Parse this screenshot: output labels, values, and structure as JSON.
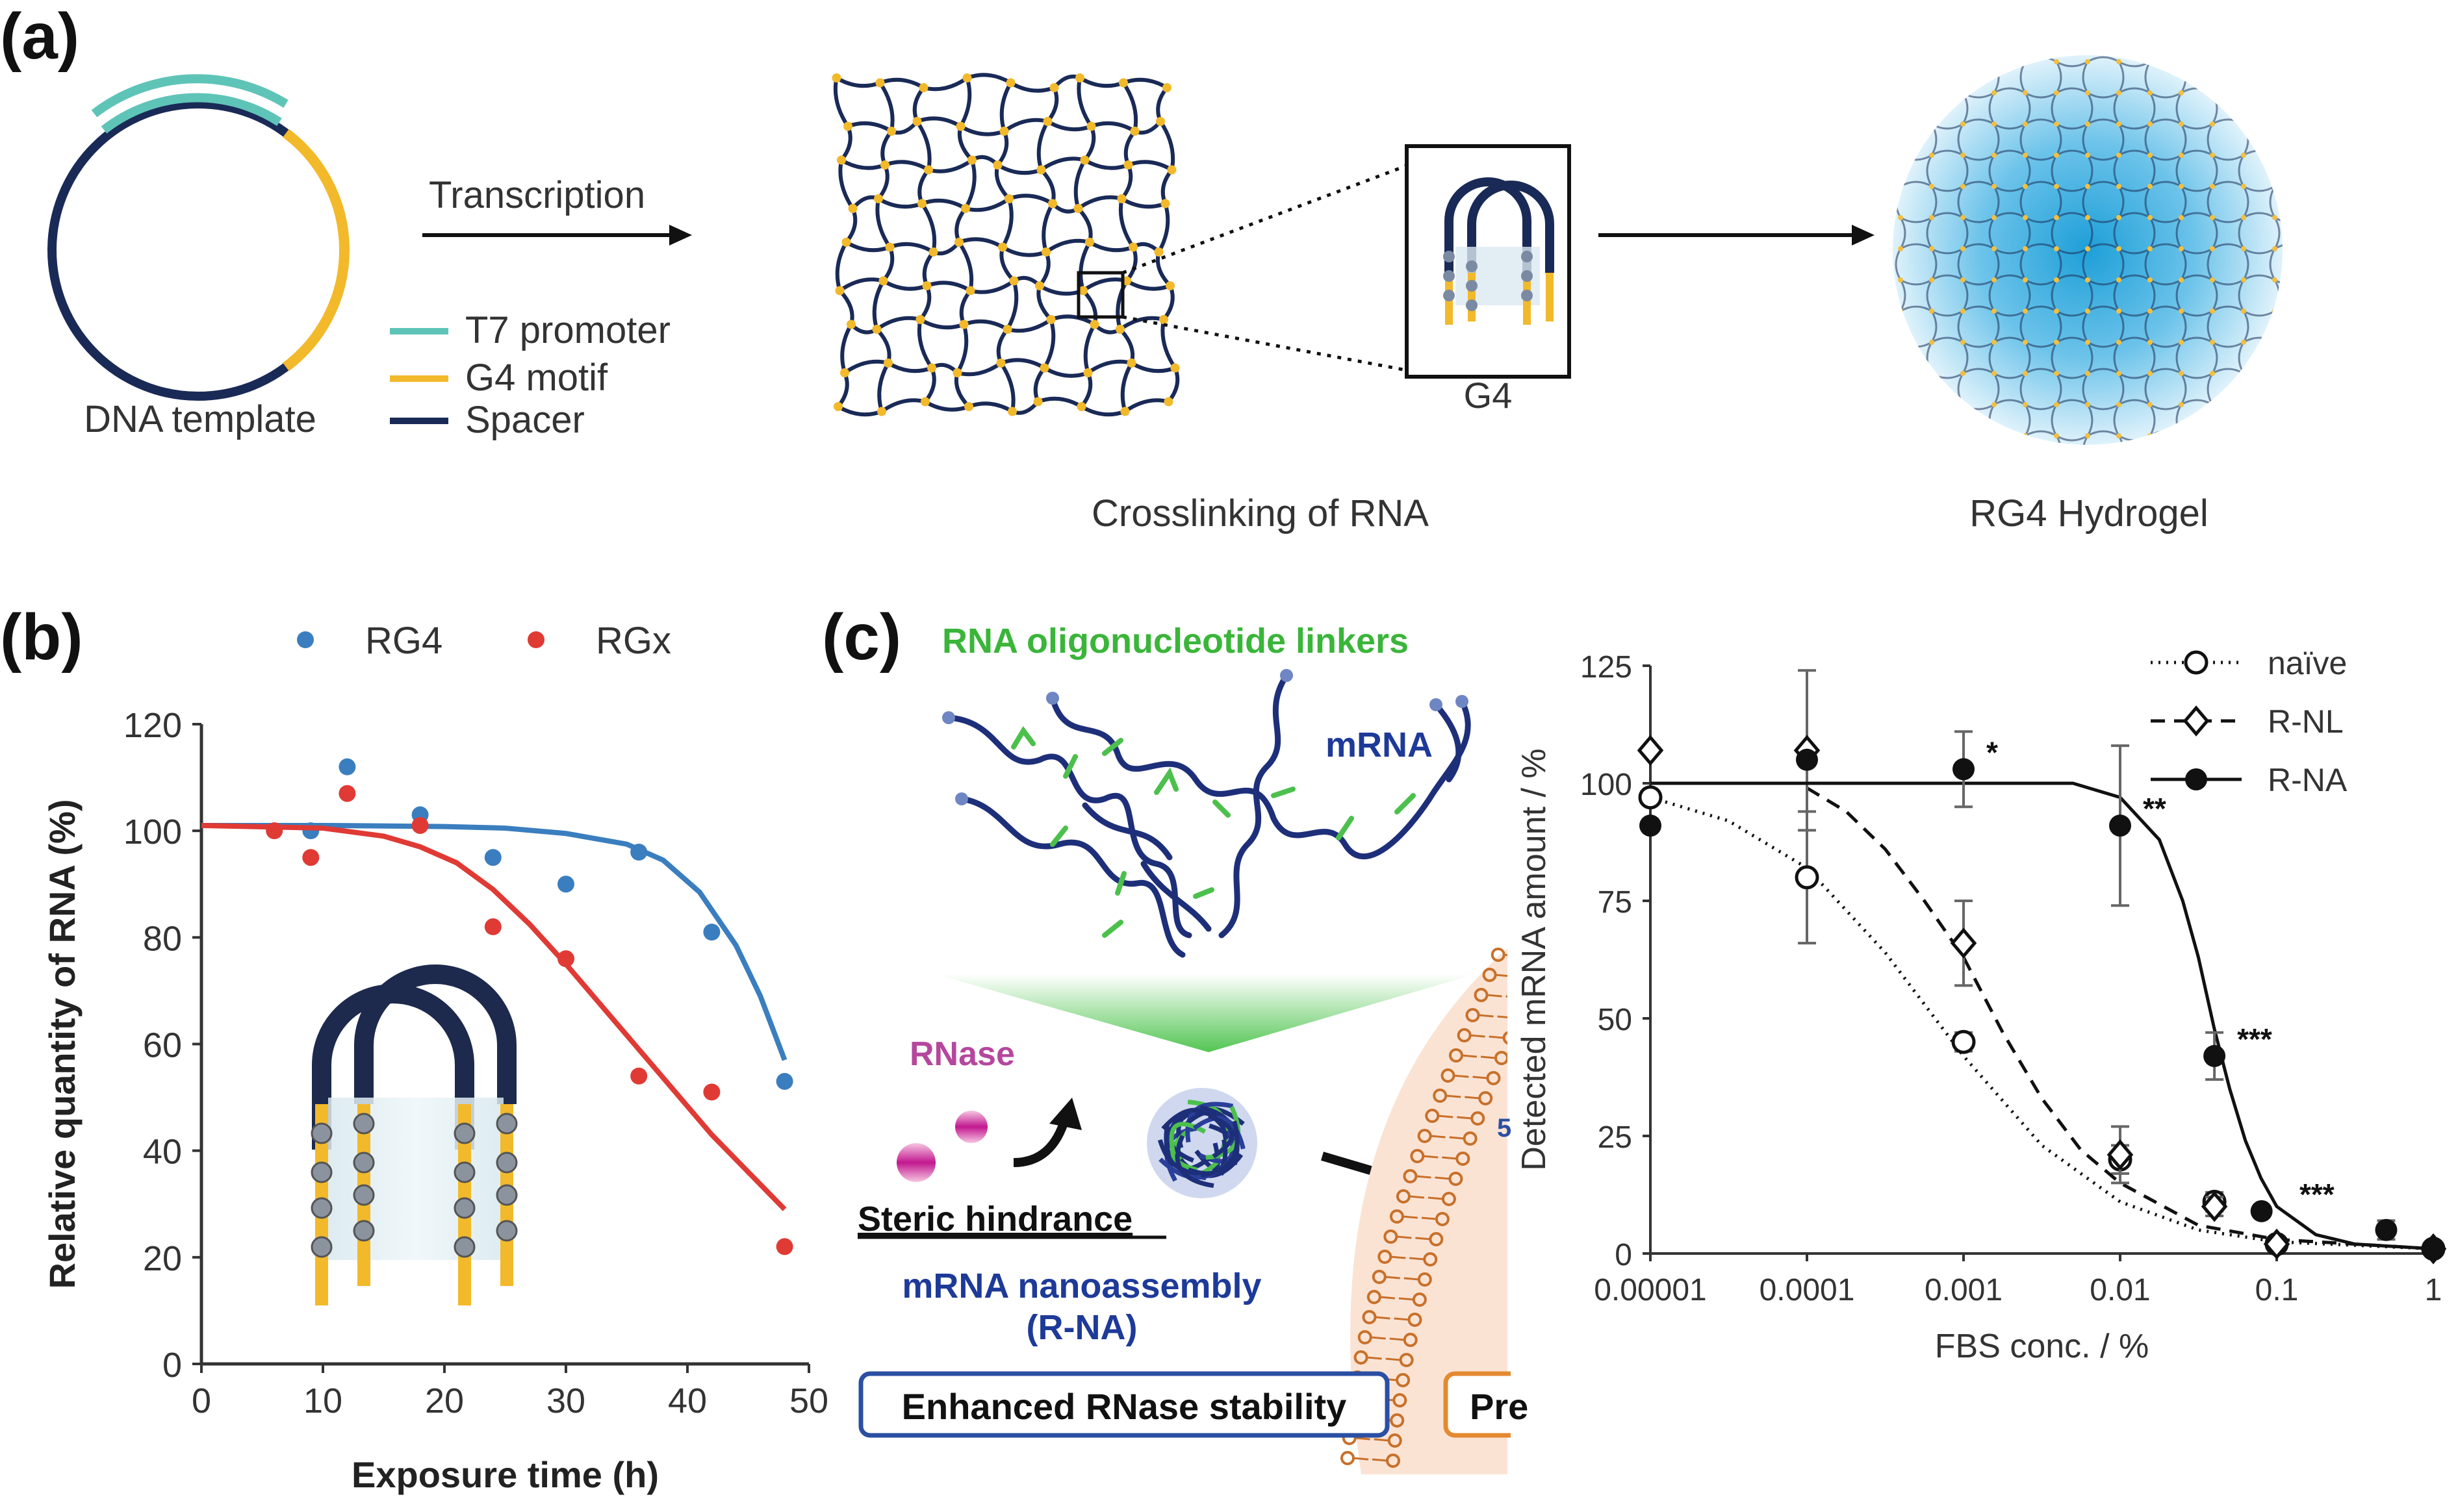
{
  "panel_a": {
    "label": "(a)",
    "template_label": "DNA template",
    "transcription_label": "Transcription",
    "legend": [
      {
        "name": "T7 promoter",
        "color": "#5fc4b8"
      },
      {
        "name": "G4 motif",
        "color": "#f2b92b"
      },
      {
        "name": "Spacer",
        "color": "#1a2a57"
      }
    ],
    "g4_label": "G4",
    "crosslinking_label": "Crosslinking of RNA",
    "hydrogel_label": "RG4 Hydrogel"
  },
  "panel_b": {
    "label": "(b)",
    "illustration": "g4-quadruplex-illustration"
  },
  "panel_c": {
    "label": "(c)",
    "linkers_label": "RNA oligonucleotide linkers",
    "mrna_label": "mRNA",
    "rnase_label": "RNase",
    "steric_label": "Steric hindrance",
    "nanoassembly_label": "mRNA nanoassembly",
    "nanoassembly_sub": "(R-NA)",
    "stability_label": "Enhanced RNase stability",
    "cut_label": "Pre",
    "cut_small": "5"
  },
  "chart_data": [
    {
      "type": "scatter",
      "panel": "b",
      "xlabel": "Exposure time (h)",
      "ylabel": "Relative quantity of RNA (%)",
      "xlim": [
        0,
        50
      ],
      "ylim": [
        0,
        120
      ],
      "xticks": [
        0,
        10,
        20,
        30,
        40,
        50
      ],
      "yticks": [
        0,
        20,
        40,
        60,
        80,
        100,
        120
      ],
      "legend_position": "top",
      "series": [
        {
          "name": "RG4",
          "color": "#3a7ebf",
          "points": [
            [
              9,
              100
            ],
            [
              12,
              112
            ],
            [
              18,
              103
            ],
            [
              24,
              95
            ],
            [
              30,
              90
            ],
            [
              36,
              96
            ],
            [
              42,
              81
            ],
            [
              48,
              53
            ]
          ],
          "fit": [
            [
              0,
              101
            ],
            [
              10,
              101
            ],
            [
              20,
              100.8
            ],
            [
              25,
              100.5
            ],
            [
              30,
              99.5
            ],
            [
              35,
              97.5
            ],
            [
              38,
              94.5
            ],
            [
              41,
              88.5
            ],
            [
              44,
              78.5
            ],
            [
              46,
              69
            ],
            [
              48,
              57
            ]
          ]
        },
        {
          "name": "RGx",
          "color": "#e03a35",
          "points": [
            [
              6,
              100
            ],
            [
              9,
              95
            ],
            [
              12,
              107
            ],
            [
              18,
              101
            ],
            [
              24,
              82
            ],
            [
              30,
              76
            ],
            [
              36,
              54
            ],
            [
              42,
              51
            ],
            [
              48,
              22
            ]
          ],
          "fit": [
            [
              0,
              101
            ],
            [
              10,
              100.5
            ],
            [
              15,
              99
            ],
            [
              18,
              97
            ],
            [
              21,
              94
            ],
            [
              24,
              89
            ],
            [
              27,
              82.5
            ],
            [
              30,
              75
            ],
            [
              33,
              67
            ],
            [
              36,
              59
            ],
            [
              39,
              51
            ],
            [
              42,
              43
            ],
            [
              45,
              36
            ],
            [
              48,
              29
            ]
          ]
        }
      ]
    },
    {
      "type": "scatter",
      "panel": "c",
      "xlabel": "FBS conc. / %",
      "ylabel": "Detected mRNA amount / %",
      "xscale": "log",
      "xlim": [
        1e-05,
        1
      ],
      "ylim": [
        0,
        125
      ],
      "xtick_labels": [
        "0.00001",
        "0.0001",
        "0.001",
        "0.01",
        "0.1",
        "1"
      ],
      "yticks": [
        0,
        25,
        50,
        75,
        100,
        125
      ],
      "legend_position": "top-right",
      "series": [
        {
          "name": "naïve",
          "marker": "open-circle",
          "line": "dotted",
          "points": [
            [
              1e-05,
              97,
              0
            ],
            [
              0.0001,
              80,
              14
            ],
            [
              0.001,
              45,
              2
            ],
            [
              0.01,
              20,
              3
            ],
            [
              0.04,
              11,
              2
            ],
            [
              0.1,
              2,
              0
            ],
            [
              1,
              1,
              0
            ]
          ],
          "fit": [
            [
              1e-05,
              97
            ],
            [
              3.16e-05,
              92
            ],
            [
              0.0001,
              82
            ],
            [
              0.000316,
              64
            ],
            [
              0.001,
              42
            ],
            [
              0.00316,
              23
            ],
            [
              0.01,
              11
            ],
            [
              0.0316,
              5
            ],
            [
              0.1,
              2.5
            ],
            [
              1,
              1
            ]
          ]
        },
        {
          "name": "R-NL",
          "marker": "open-diamond",
          "line": "dashed",
          "points": [
            [
              1e-05,
              107,
              0
            ],
            [
              0.0001,
              107,
              17
            ],
            [
              0.001,
              66,
              9
            ],
            [
              0.01,
              21,
              6
            ],
            [
              0.04,
              10,
              2
            ],
            [
              0.1,
              2,
              0
            ],
            [
              1,
              1,
              0
            ]
          ],
          "fit": [
            [
              0.0001,
              99
            ],
            [
              0.000178,
              94
            ],
            [
              0.000316,
              86
            ],
            [
              0.000562,
              75
            ],
            [
              0.001,
              63
            ],
            [
              0.00178,
              47
            ],
            [
              0.00316,
              33
            ],
            [
              0.00562,
              22
            ],
            [
              0.01,
              15
            ],
            [
              0.0316,
              6
            ],
            [
              0.1,
              3
            ],
            [
              1,
              1
            ]
          ]
        },
        {
          "name": "R-NA",
          "marker": "filled-circle",
          "line": "solid",
          "points": [
            [
              1e-05,
              91,
              0
            ],
            [
              0.0001,
              105,
              0
            ],
            [
              0.001,
              103,
              8
            ],
            [
              0.01,
              91,
              17
            ],
            [
              0.04,
              42,
              5
            ],
            [
              0.08,
              9,
              0
            ],
            [
              0.5,
              5,
              2
            ],
            [
              1,
              1,
              0
            ]
          ],
          "fit": [
            [
              1e-05,
              100
            ],
            [
              0.001,
              100
            ],
            [
              0.005,
              100
            ],
            [
              0.01,
              97
            ],
            [
              0.0178,
              88
            ],
            [
              0.0251,
              75
            ],
            [
              0.0316,
              63
            ],
            [
              0.0398,
              48
            ],
            [
              0.0501,
              35
            ],
            [
              0.0631,
              24
            ],
            [
              0.0794,
              16
            ],
            [
              0.1,
              10
            ],
            [
              0.178,
              4
            ],
            [
              0.316,
              2
            ],
            [
              1,
              1
            ]
          ]
        }
      ],
      "annotations": [
        {
          "text": "*",
          "x": 0.001,
          "y": 103
        },
        {
          "text": "**",
          "x": 0.01,
          "y": 91
        },
        {
          "text": "***",
          "x": 0.04,
          "y": 42
        },
        {
          "text": "***",
          "x": 0.1,
          "y": 9
        }
      ]
    }
  ]
}
